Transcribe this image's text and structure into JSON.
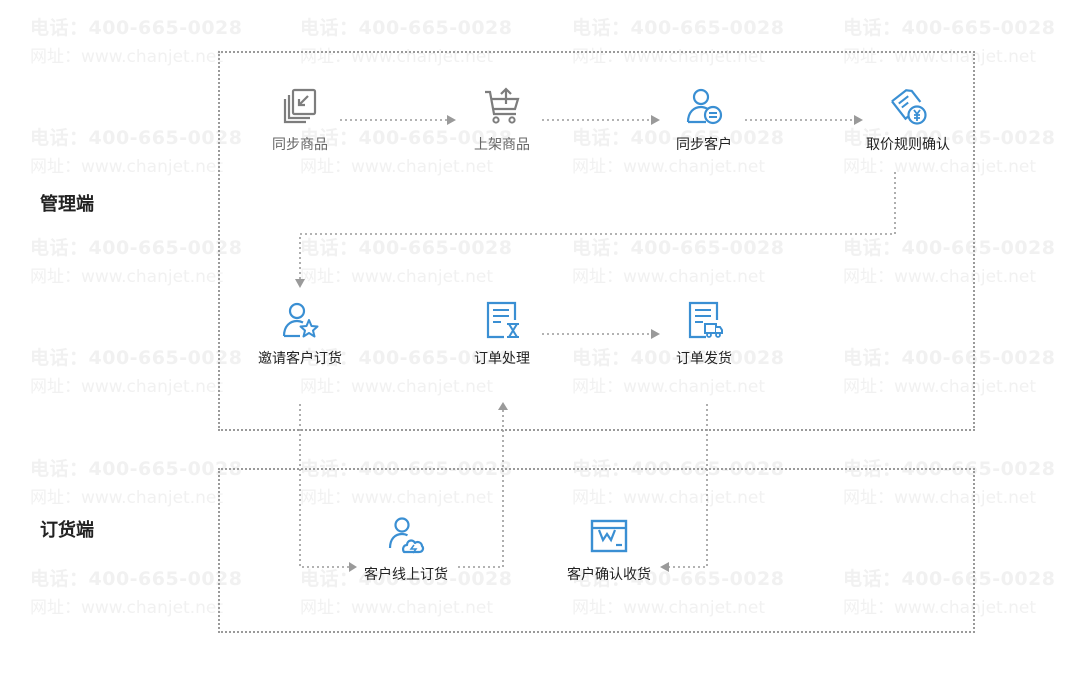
{
  "watermark": {
    "line1": "电话：400-665-0028",
    "line2": "网址：www.chanjet.net"
  },
  "sections": {
    "admin": "管理端",
    "order": "订货端"
  },
  "steps": {
    "sync_goods": "同步商品",
    "list_goods": "上架商品",
    "sync_customer": "同步客户",
    "price_rule": "取价规则确认",
    "invite": "邀请客户订货",
    "order_process": "订单处理",
    "ship": "订单发货",
    "online_order": "客户线上订货",
    "confirm_receipt": "客户确认收货"
  },
  "colors": {
    "done": "#7d7d7d",
    "active": "#3a8fd3",
    "connector": "#9a9a9a",
    "panel_border": "#9a9a9a"
  }
}
